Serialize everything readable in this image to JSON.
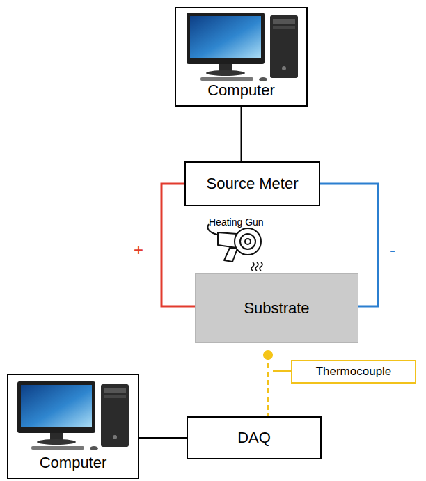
{
  "diagram": {
    "nodes": [
      {
        "text": [
          "Computer"
        ]
      },
      {
        "text": [
          "Source Meter"
        ]
      },
      {
        "text": [
          "Substrate"
        ]
      },
      {
        "text": [
          "Thermocouple"
        ]
      },
      {
        "text": [
          "DAQ"
        ]
      },
      {
        "text": [
          "Computer"
        ]
      }
    ],
    "edges": [
      {
        "from": 0,
        "to": 1,
        "arrow": "none"
      },
      {
        "from": 1,
        "to": 2,
        "label": "+",
        "arrow": "none"
      },
      {
        "from": 1,
        "to": 2,
        "label": "-",
        "arrow": "none"
      },
      {
        "from": 2,
        "to": 4,
        "arrow": "none"
      },
      {
        "from": 4,
        "to": 5,
        "arrow": "none"
      }
    ],
    "labels": [
      "Heating Gun"
    ]
  }
}
